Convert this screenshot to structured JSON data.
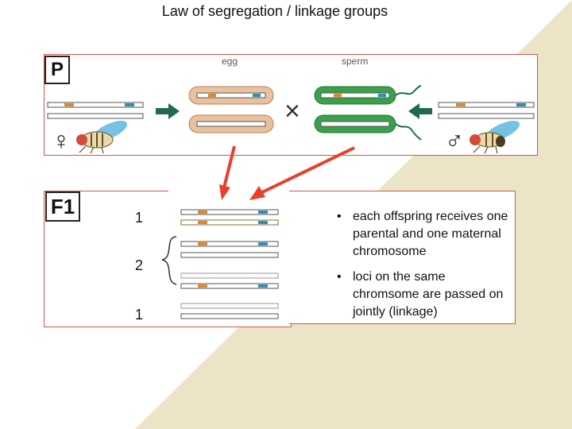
{
  "title": "Law of segregation / linkage groups",
  "p_panel": {
    "label": "P",
    "egg_label": "egg",
    "sperm_label": "sperm",
    "female_symbol": "♀",
    "male_symbol": "♂",
    "cross_symbol": "×"
  },
  "f1_panel": {
    "label": "F1",
    "ratios": [
      "1",
      "2",
      "1"
    ]
  },
  "notes": [
    "each offspring receives one parental and one maternal chromosome",
    "loci on the same chromsome are passed on jointly (linkage)"
  ],
  "colors": {
    "panel_border": "#d9534f",
    "background_wedge": "#ebe4c6",
    "egg_capsule": "#e8c2a0",
    "sperm_capsule": "#3aa04a",
    "locus_orange": "#d98b2b",
    "locus_blue": "#2f8fb0",
    "arrow_dark_green": "#1f6a55",
    "arrow_red": "#e8402a"
  }
}
